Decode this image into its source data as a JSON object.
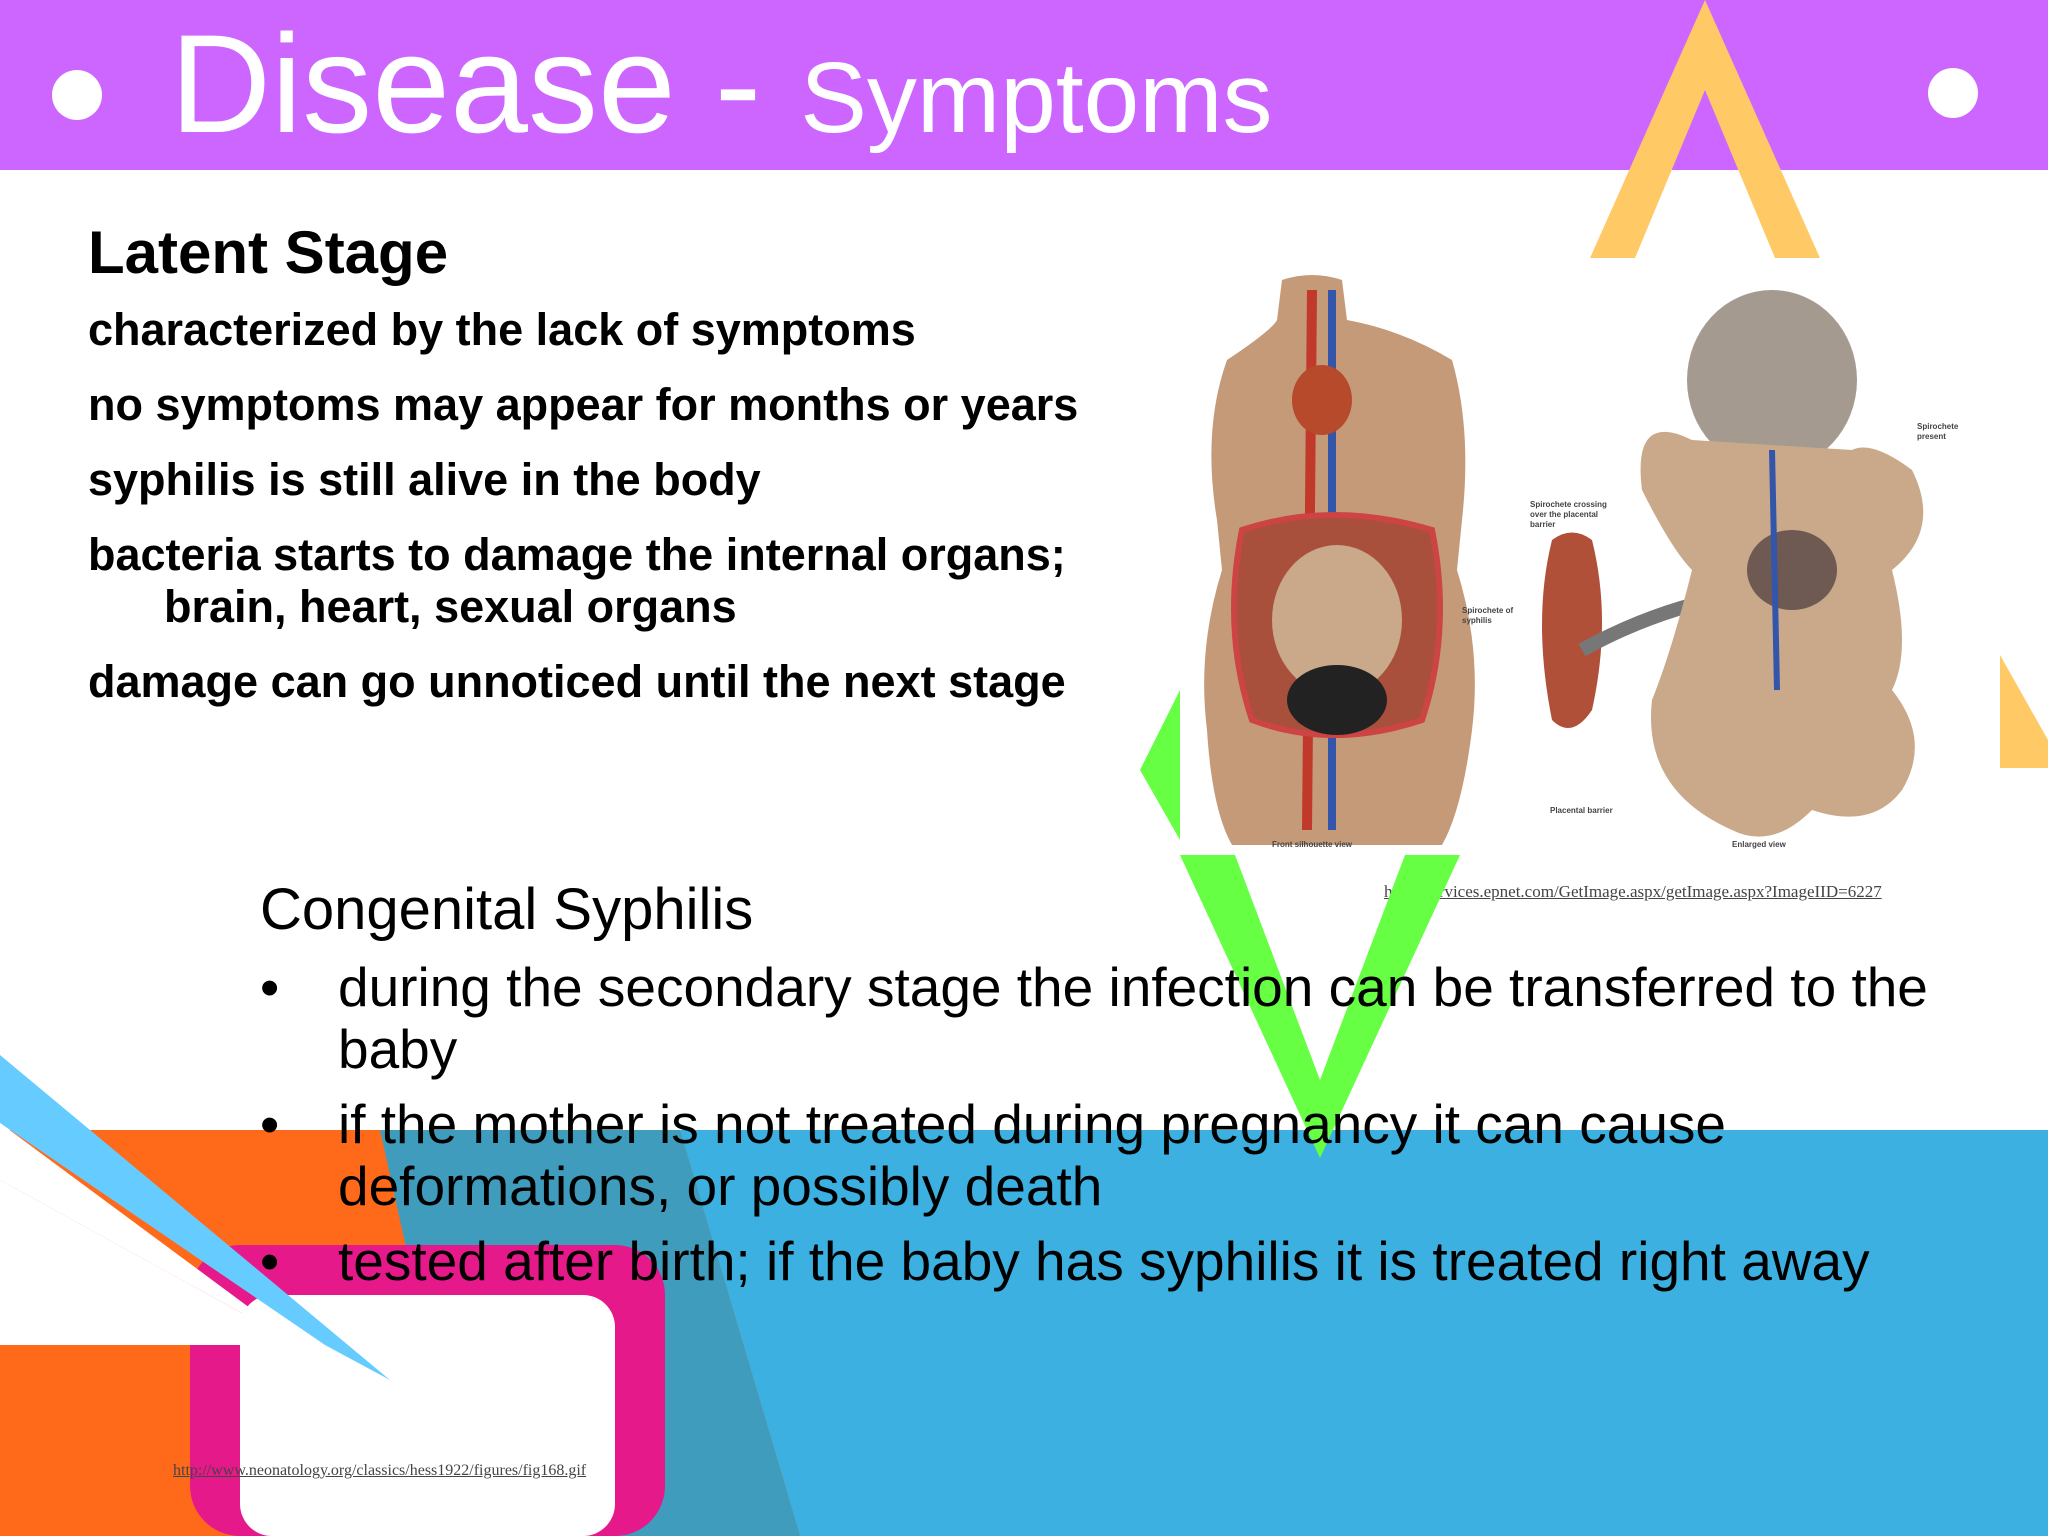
{
  "slide": {
    "title": "Disease -",
    "title_sub": "Symptoms",
    "colors": {
      "header": "#cc66ff",
      "yellow_accent": "#ffc966",
      "green_accent": "#66ff44",
      "blue_band": "#3cb0e0",
      "orange_band": "#ff6a1a",
      "magenta_frame": "#e6198a",
      "light_blue_triangle": "#66ccff"
    }
  },
  "latent": {
    "heading": "Latent Stage",
    "items": [
      "characterized by the lack of symptoms",
      "no symptoms may appear for months or years",
      "syphilis is still alive in the body",
      "bacteria starts to damage the internal organs; brain, heart, sexual organs",
      "damage can go unnoticed until the next stage"
    ]
  },
  "illustration": {
    "labels": {
      "spirochete_syphilis": "Spirochete of syphilis",
      "spirochete_crossing": "Spirochete crossing over the placental barrier",
      "spirochete_present": "Spirochete present",
      "placental_barrier": "Placental barrier",
      "front_view": "Front silhouette view",
      "enlarged_view": "Enlarged view"
    },
    "source": "http://services.epnet.com/GetImage.aspx/getImage.aspx?ImageIID=6227"
  },
  "congenital": {
    "heading": "Congenital Syphilis",
    "items": [
      "during the secondary stage the infection can be transferred to the baby",
      "if the mother is not treated during pregnancy it can cause deformations, or possibly death",
      "tested after birth; if the baby has syphilis it is treated right away"
    ]
  },
  "footer": {
    "source": "http://www.neonatology.org/classics/hess1922/figures/fig168.gif"
  }
}
